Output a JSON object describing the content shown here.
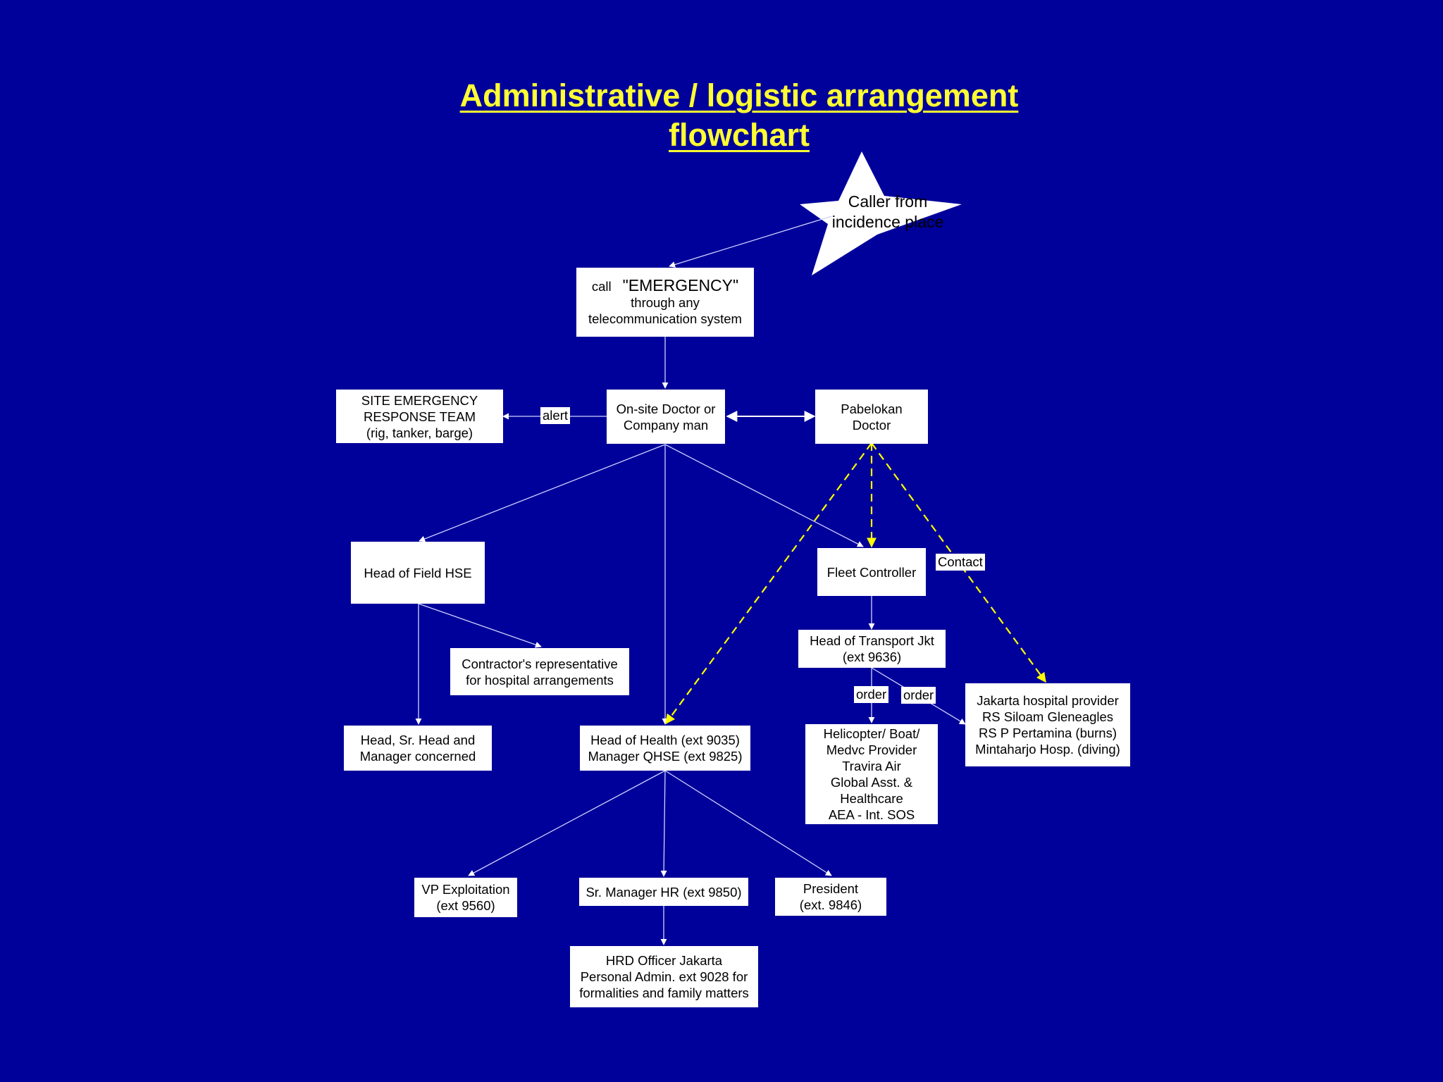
{
  "title": {
    "line1": "Administrative / logistic arrangement",
    "line2": "flowchart"
  },
  "colors": {
    "background": "#00009a",
    "title": "#ffff33",
    "box": "#ffffff",
    "solid_connector": "#d0d4ff",
    "dashed_connector": "#ffff00"
  },
  "nodes": {
    "caller": {
      "line1": "Caller from",
      "line2": "incidence place"
    },
    "emergency": {
      "call": "call",
      "emergency": "\"EMERGENCY\"",
      "line2": "through any",
      "line3": "telecommunication system"
    },
    "site_team": {
      "line1": "SITE EMERGENCY",
      "line2": "RESPONSE TEAM",
      "line3": "(rig, tanker, barge)"
    },
    "onsite_doctor": {
      "line1": "On-site Doctor  or",
      "line2": "Company man"
    },
    "pabelokan": {
      "line1": "Pabelokan",
      "line2": "Doctor"
    },
    "head_field_hse": {
      "line1": "Head of  Field HSE"
    },
    "fleet_controller": {
      "line1": "Fleet Controller"
    },
    "contractor_rep": {
      "line1": "Contractor's representative",
      "line2": "for hospital arrangements"
    },
    "head_transport": {
      "line1": "Head of Transport Jkt",
      "line2": "(ext 9636)"
    },
    "jakarta_hospital": {
      "line1": "Jakarta hospital provider",
      "line2": "RS Siloam Gleneagles",
      "line3": "RS P Pertamina (burns)",
      "line4": "Mintaharjo Hosp. (diving)"
    },
    "head_manager": {
      "line1": "Head, Sr. Head and",
      "line2": "Manager concerned"
    },
    "head_health": {
      "line1": "Head of Health (ext 9035)",
      "line2": "Manager QHSE (ext 9825)"
    },
    "helicopter": {
      "line1": "Helicopter/ Boat/",
      "line2": "Medvc Provider",
      "line3": "Travira Air",
      "line4": "Global Asst. &",
      "line5": "Healthcare",
      "line6": "AEA - Int. SOS"
    },
    "vp_exploitation": {
      "line1": "VP Exploitation",
      "line2": "(ext 9560)"
    },
    "sr_manager_hr": {
      "line1": "Sr. Manager HR (ext 9850)"
    },
    "president": {
      "line1": "President",
      "line2": "(ext. 9846)"
    },
    "hrd_officer": {
      "line1": "HRD Officer Jakarta",
      "line2": "Personal Admin. ext 9028 for",
      "line3": "formalities and  family matters"
    }
  },
  "edge_labels": {
    "alert": "alert",
    "contact": "Contact",
    "order1": "order",
    "order2": "order"
  }
}
